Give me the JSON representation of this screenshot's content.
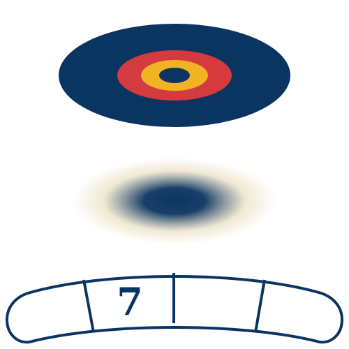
{
  "colors": {
    "navy": "#0b3561",
    "red": "#d43a3f",
    "gold": "#f0b323",
    "cream": "#ece1c4",
    "white": "#ffffff"
  },
  "target": {
    "rings": [
      "navy",
      "red",
      "gold",
      "navy"
    ]
  },
  "shadow": {
    "center_color": "navy",
    "edge_color": "cream"
  },
  "tray": {
    "slots": [
      {
        "value": ""
      },
      {
        "value": "7"
      },
      {
        "value": ""
      },
      {
        "value": ""
      }
    ]
  }
}
